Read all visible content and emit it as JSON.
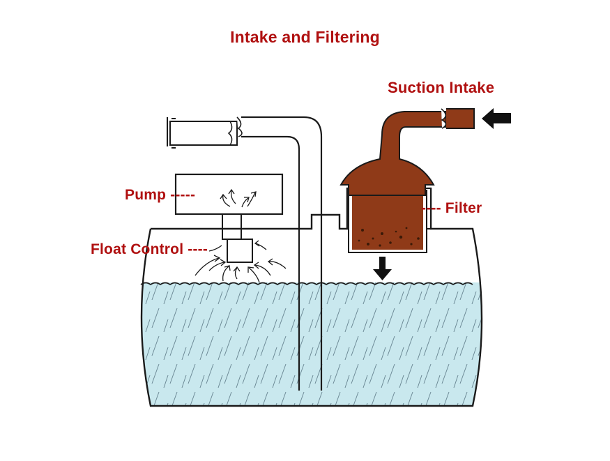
{
  "diagram": {
    "title": "Intake and Filtering",
    "labels": {
      "suction_intake": "Suction Intake",
      "pump": "Pump -----",
      "float_control": "Float Control ----",
      "filter": "---- Filter"
    },
    "colors": {
      "label": "#b01010",
      "water": "#c9e8ee",
      "sediment": "#8f3a18",
      "outline": "#1a1a1a"
    }
  }
}
